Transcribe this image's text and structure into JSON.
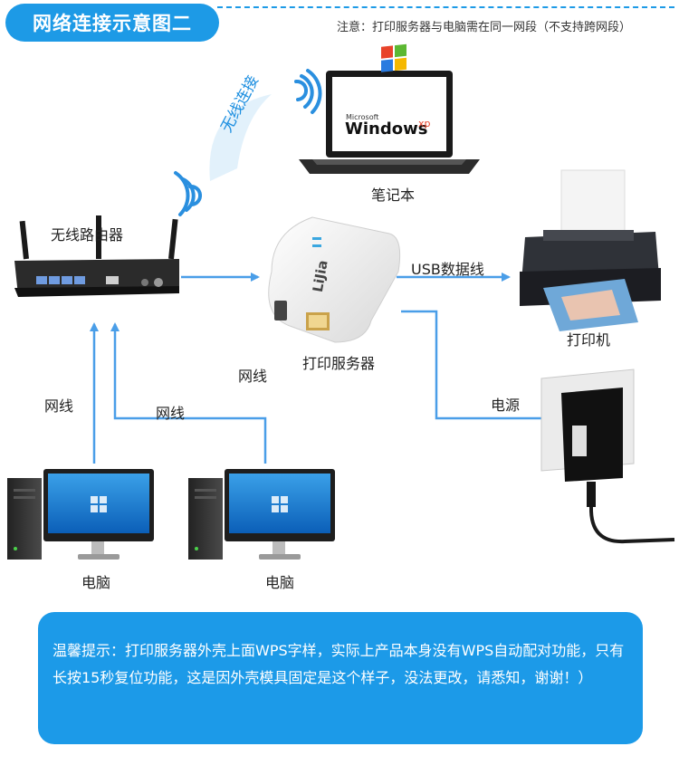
{
  "header": {
    "title": "网络连接示意图二",
    "notice": "注意：打印服务器与电脑需在同一网段（不支持跨网段）"
  },
  "labels": {
    "wireless": "无线连接",
    "laptop": "笔记本",
    "router": "无线路由器",
    "print_server": "打印服务器",
    "printer": "打印机",
    "usb": "USB数据线",
    "power": "电源",
    "cable_server": "网线",
    "cable_pc1": "网线",
    "cable_pc2": "网线",
    "pc1": "电脑",
    "pc2": "电脑"
  },
  "laptop_screen": {
    "brand_small": "Microsoft",
    "brand": "Windows",
    "edition": "xp"
  },
  "print_server_brand": "LiJia",
  "tip": {
    "text": "温馨提示：打印服务器外壳上面WPS字样，实际上产品本身没有WPS自动配对功能，只有长按15秒复位功能，这是因外壳模具固定是这个样子，没法更改，请悉知，谢谢！）"
  },
  "colors": {
    "accent": "#1d9ae6",
    "line": "#4a9ee8",
    "tip_bg": "#1c9ae8"
  }
}
